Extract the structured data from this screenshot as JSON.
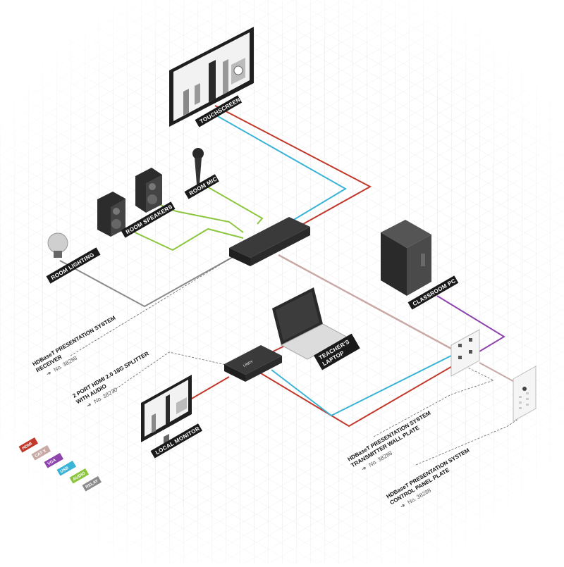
{
  "devices": {
    "touchscreen": "TOUCHSCREEN",
    "room_mic": "ROOM MIC",
    "room_speakers": "ROOM SPEAKERS",
    "room_lighting": "ROOM LIGHTING",
    "classroom_pc": "CLASSROOM PC",
    "teachers_laptop_line1": "TEACHER'S",
    "teachers_laptop_line2": "LAPTOP",
    "local_monitor": "LOCAL MONITOR"
  },
  "products": {
    "receiver": {
      "line1": "HDBaseT PRESENTATION SYSTEM",
      "line2": "RECEIVER",
      "sku": "No. 38288"
    },
    "splitter": {
      "line1": "2 PORT HDMI 2.0 18G SPLITTER",
      "line2": "WITH AUDIO",
      "sku": "No. 38230"
    },
    "wallplate": {
      "line1": "HDBaseT PRESENTATION SYSTEM",
      "line2": "TRANSMITTER WALL PLATE",
      "sku": "No. 38288"
    },
    "controlplate": {
      "line1": "HDBaseT PRESENTATION SYSTEM",
      "line2": "CONTROL PANEL PLATE",
      "sku": "No. 38288"
    }
  },
  "legend": [
    {
      "label": "HDMI",
      "color": "#c0392b"
    },
    {
      "label": "CAT X",
      "color": "#c9a9a6"
    },
    {
      "label": "VGA",
      "color": "#8e44ad"
    },
    {
      "label": "USB",
      "color": "#3bb3d6"
    },
    {
      "label": "AUDIO",
      "color": "#8cc63f"
    },
    {
      "label": "RELAY",
      "color": "#8a8a8a"
    }
  ],
  "colors": {
    "hdmi": "#c0392b",
    "catx": "#c9a9a6",
    "vga": "#8e44ad",
    "usb": "#3bb3d6",
    "audio": "#8cc63f",
    "relay": "#8a8a8a",
    "label_bg": "#1a1a1a",
    "device_dark": "#2a2a2a"
  },
  "logo_text": "LINDY"
}
